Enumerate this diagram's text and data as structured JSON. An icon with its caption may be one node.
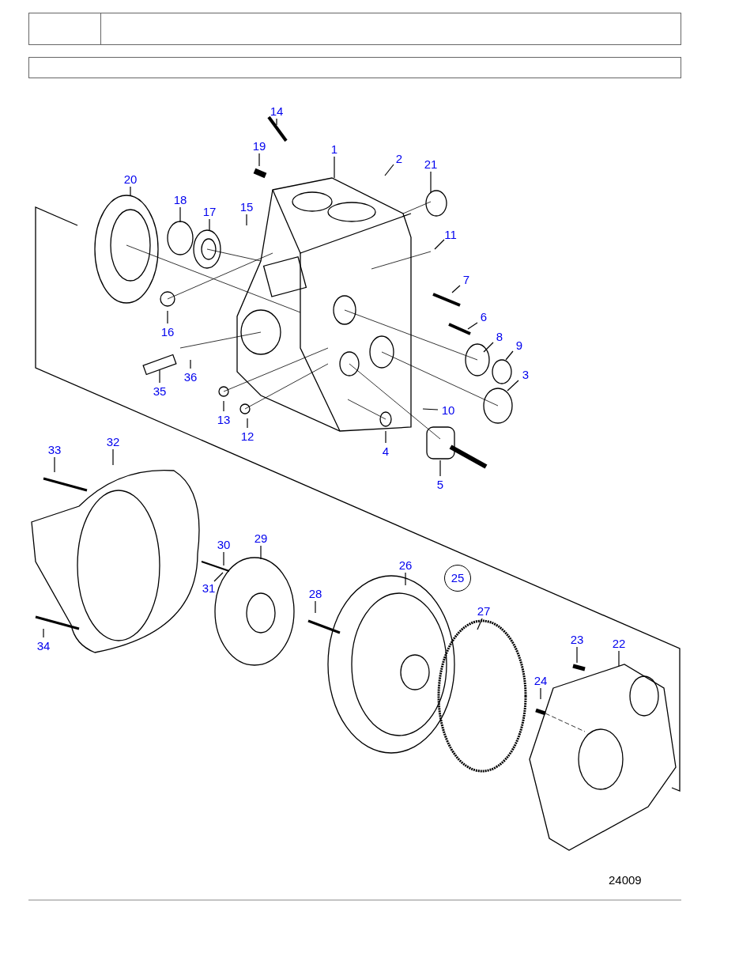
{
  "diagram": {
    "nodes": [
      {
        "text": [
          "14"
        ]
      },
      {
        "text": [
          "19"
        ]
      },
      {
        "text": [
          "1"
        ]
      },
      {
        "text": [
          "2"
        ]
      },
      {
        "text": [
          "21"
        ]
      },
      {
        "text": [
          "20"
        ]
      },
      {
        "text": [
          "18"
        ]
      },
      {
        "text": [
          "17"
        ]
      },
      {
        "text": [
          "15"
        ]
      },
      {
        "text": [
          "11"
        ]
      },
      {
        "text": [
          "7"
        ]
      },
      {
        "text": [
          "16"
        ]
      },
      {
        "text": [
          "6"
        ]
      },
      {
        "text": [
          "8"
        ]
      },
      {
        "text": [
          "9"
        ]
      },
      {
        "text": [
          "36"
        ]
      },
      {
        "text": [
          "35"
        ]
      },
      {
        "text": [
          "3"
        ]
      },
      {
        "text": [
          "10"
        ]
      },
      {
        "text": [
          "13"
        ]
      },
      {
        "text": [
          "12"
        ]
      },
      {
        "text": [
          "4"
        ]
      },
      {
        "text": [
          "5"
        ]
      },
      {
        "text": [
          "33"
        ]
      },
      {
        "text": [
          "32"
        ]
      },
      {
        "text": [
          "30"
        ]
      },
      {
        "text": [
          "29"
        ]
      },
      {
        "text": [
          "31"
        ]
      },
      {
        "text": [
          "26"
        ]
      },
      {
        "text": [
          "25"
        ]
      },
      {
        "text": [
          "28"
        ]
      },
      {
        "text": [
          "27"
        ]
      },
      {
        "text": [
          "23"
        ]
      },
      {
        "text": [
          "22"
        ]
      },
      {
        "text": [
          "24"
        ]
      },
      {
        "text": [
          "34"
        ]
      }
    ],
    "edges": [
      {
        "from": 0,
        "to": null,
        "arrow": "none"
      },
      {
        "from": 1,
        "to": null,
        "arrow": "none"
      },
      {
        "from": 2,
        "to": null,
        "arrow": "none"
      },
      {
        "from": 3,
        "to": null,
        "arrow": "none"
      },
      {
        "from": 4,
        "to": null,
        "arrow": "none"
      },
      {
        "from": 5,
        "to": null,
        "arrow": "none"
      },
      {
        "from": 6,
        "to": null,
        "arrow": "none"
      },
      {
        "from": 7,
        "to": null,
        "arrow": "none"
      },
      {
        "from": 8,
        "to": null,
        "arrow": "none"
      },
      {
        "from": 9,
        "to": null,
        "arrow": "none"
      },
      {
        "from": 10,
        "to": null,
        "arrow": "none"
      },
      {
        "from": 11,
        "to": null,
        "arrow": "none"
      },
      {
        "from": 12,
        "to": null,
        "arrow": "none"
      },
      {
        "from": 13,
        "to": null,
        "arrow": "none"
      },
      {
        "from": 14,
        "to": null,
        "arrow": "none"
      },
      {
        "from": 15,
        "to": null,
        "arrow": "none"
      },
      {
        "from": 16,
        "to": null,
        "arrow": "none"
      },
      {
        "from": 17,
        "to": null,
        "arrow": "none"
      },
      {
        "from": 18,
        "to": null,
        "arrow": "none"
      },
      {
        "from": 19,
        "to": null,
        "arrow": "none"
      },
      {
        "from": 20,
        "to": null,
        "arrow": "none"
      },
      {
        "from": 21,
        "to": null,
        "arrow": "none"
      },
      {
        "from": 22,
        "to": null,
        "arrow": "none"
      },
      {
        "from": 23,
        "to": null,
        "arrow": "none"
      },
      {
        "from": 24,
        "to": null,
        "arrow": "none"
      },
      {
        "from": 25,
        "to": null,
        "arrow": "none"
      },
      {
        "from": 26,
        "to": null,
        "arrow": "none"
      },
      {
        "from": 27,
        "to": null,
        "arrow": "none"
      },
      {
        "from": 28,
        "to": null,
        "arrow": "none"
      },
      {
        "from": 30,
        "to": null,
        "arrow": "none"
      },
      {
        "from": 31,
        "to": null,
        "arrow": "none"
      },
      {
        "from": 32,
        "to": null,
        "arrow": "none"
      },
      {
        "from": 33,
        "to": null,
        "arrow": "none"
      },
      {
        "from": 34,
        "to": null,
        "arrow": "none"
      },
      {
        "from": 35,
        "to": null,
        "arrow": "none"
      }
    ],
    "labels": [
      "24009"
    ]
  }
}
